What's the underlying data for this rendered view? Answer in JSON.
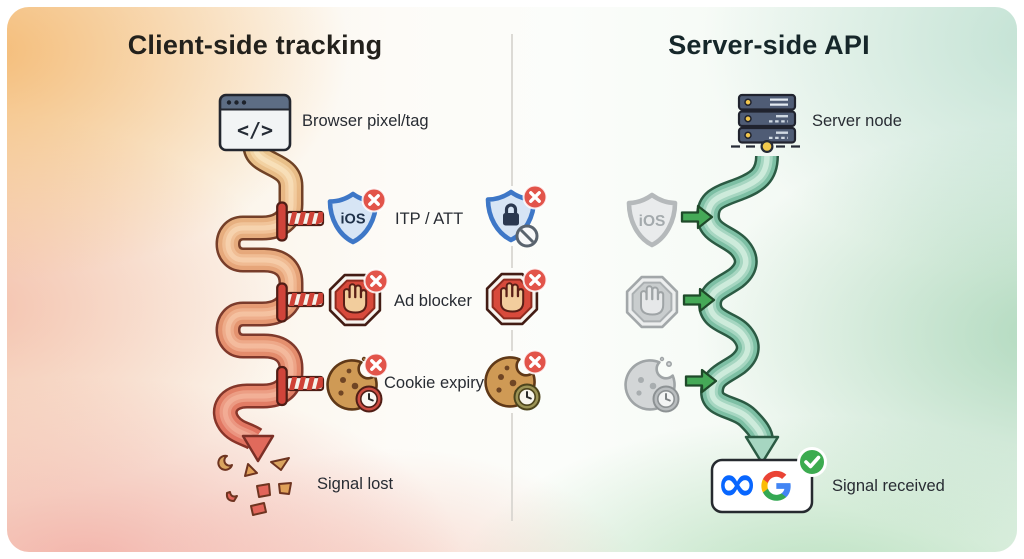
{
  "diagram": {
    "left": {
      "title": "Client-side tracking",
      "source": {
        "icon": "browser-pixel-icon",
        "label": "Browser pixel/tag"
      },
      "obstacles": [
        {
          "icon": "ios-shield-icon",
          "label": "ITP / ATT"
        },
        {
          "icon": "ad-blocker-hand-icon",
          "label": "Ad blocker"
        },
        {
          "icon": "cookie-expiry-icon",
          "label": "Cookie expiry"
        }
      ],
      "outcome": {
        "icon": "crumbs-icon",
        "label": "Signal lost"
      }
    },
    "divider": {
      "icons": [
        "privacy-shield-lock-icon",
        "ad-blocker-hand-icon",
        "cookie-expiry-icon"
      ]
    },
    "right": {
      "title": "Server-side API",
      "source": {
        "icon": "server-rack-icon",
        "label": "Server node"
      },
      "bypassed_icons": [
        "ios-shield-icon-gray",
        "ad-blocker-hand-icon-gray",
        "cookie-expiry-icon-gray"
      ],
      "outcome": {
        "icons": [
          "meta-logo",
          "google-logo"
        ],
        "badge": "check-badge",
        "label": "Signal received"
      }
    },
    "glyphs": {
      "browser_code": "</>",
      "ios": "iOS",
      "meta_infinity": "∞"
    },
    "colors": {
      "client_path_top": "#e9c58c",
      "client_path_bottom": "#e06a5c",
      "server_path": "#7dbfa4",
      "barrier_red": "#d0443a",
      "blocked_badge_red": "#e2544a",
      "success_badge_green": "#3cab50",
      "meta_blue": "#0866ff",
      "shield_blue": "#3e77c7",
      "cookie_brown": "#cf9a55",
      "warm_bg": "#f4b97f",
      "cool_bg": "#a9d5b6"
    }
  }
}
